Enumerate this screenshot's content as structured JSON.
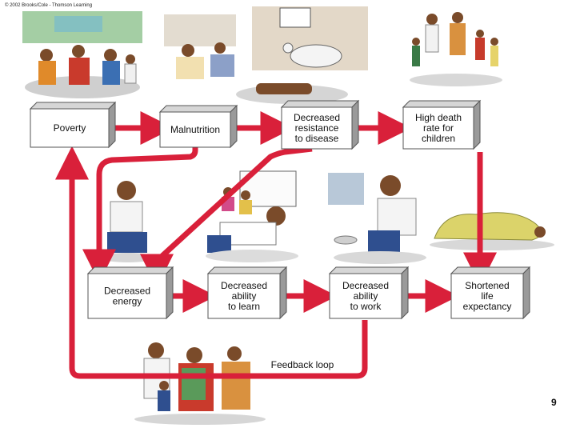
{
  "credit": "© 2002 Brooks/Cole - Thomson Learning",
  "boxes": {
    "poverty": [
      "Poverty"
    ],
    "malnutrition": [
      "Malnutrition"
    ],
    "resistance": [
      "Decreased",
      "resistance",
      "to disease"
    ],
    "death_rate": [
      "High death",
      "rate for",
      "children"
    ],
    "energy": [
      "Decreased",
      "energy"
    ],
    "learn": [
      "Decreased",
      "ability",
      "to learn"
    ],
    "work": [
      "Decreased",
      "ability",
      "to work"
    ],
    "life": [
      "Shortened",
      "life",
      "expectancy"
    ]
  },
  "feedback_label": "Feedback loop",
  "page_number": "9",
  "colors": {
    "arrow": "#d9203a",
    "box_face": "#ffffff",
    "box_top": "#d6d6d6",
    "box_side": "#9a9a9a",
    "box_stroke": "#555555"
  }
}
